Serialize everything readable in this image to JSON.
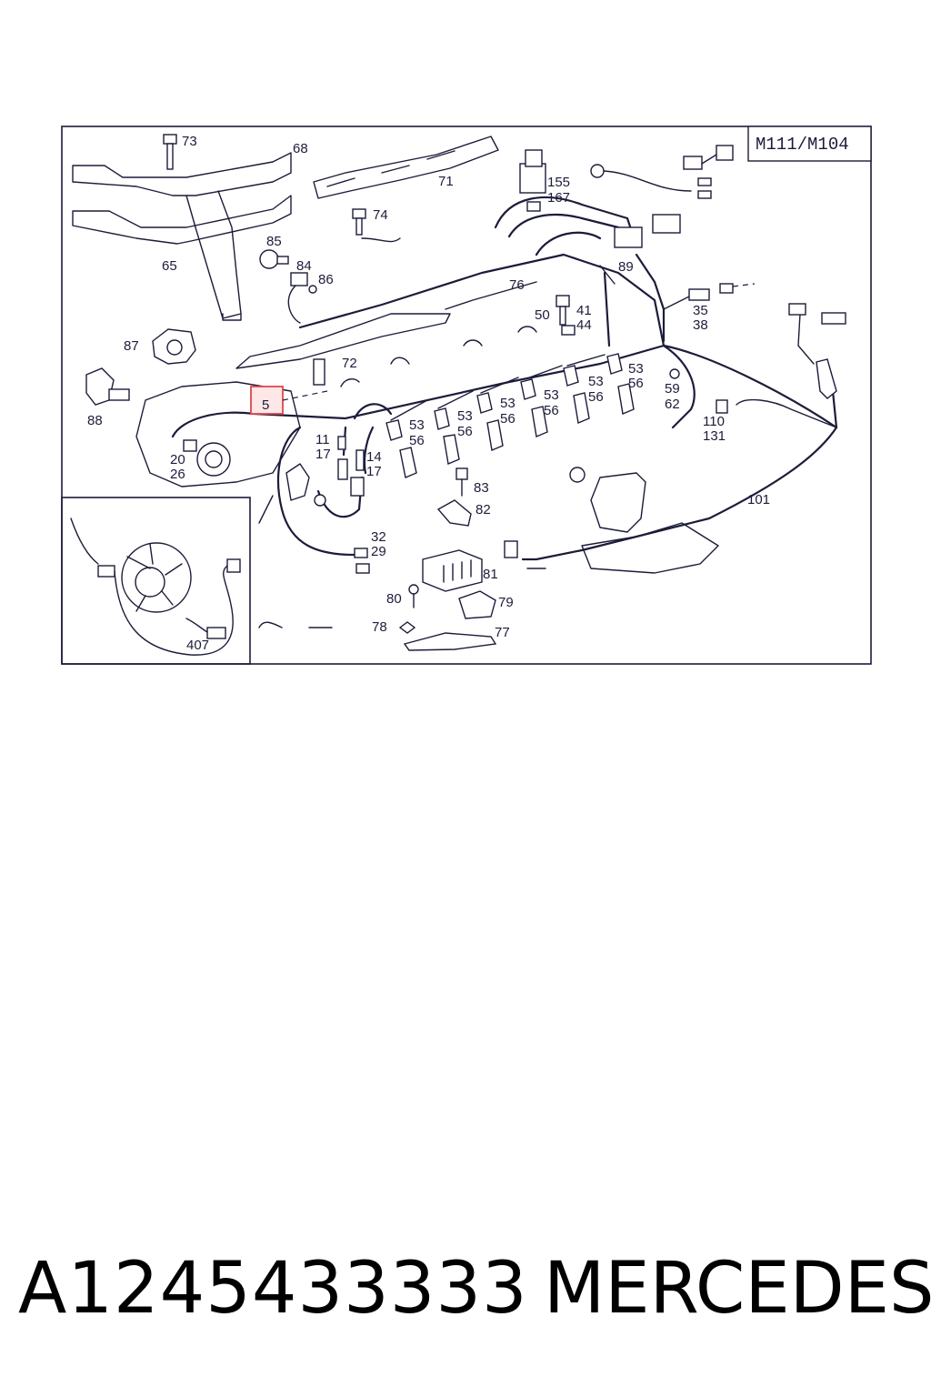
{
  "diagram": {
    "engine_code": "M111/M104",
    "highlighted_callout": "5",
    "callouts": [
      {
        "id": "c73",
        "text": "73"
      },
      {
        "id": "c68",
        "text": "68"
      },
      {
        "id": "c71",
        "text": "71"
      },
      {
        "id": "c74",
        "text": "74"
      },
      {
        "id": "c65",
        "text": "65"
      },
      {
        "id": "c85",
        "text": "85"
      },
      {
        "id": "c84",
        "text": "84"
      },
      {
        "id": "c86",
        "text": "86"
      },
      {
        "id": "c155",
        "text": "155"
      },
      {
        "id": "c167",
        "text": "167"
      },
      {
        "id": "c89",
        "text": "89"
      },
      {
        "id": "c76",
        "text": "76"
      },
      {
        "id": "c41",
        "text": "41"
      },
      {
        "id": "c44",
        "text": "44"
      },
      {
        "id": "c50",
        "text": "50"
      },
      {
        "id": "c35",
        "text": "35"
      },
      {
        "id": "c38",
        "text": "38"
      },
      {
        "id": "c87",
        "text": "87"
      },
      {
        "id": "c72",
        "text": "72"
      },
      {
        "id": "c88",
        "text": "88"
      },
      {
        "id": "c5",
        "text": "5"
      },
      {
        "id": "c53a",
        "text": "53"
      },
      {
        "id": "c56a",
        "text": "56"
      },
      {
        "id": "c53b",
        "text": "53"
      },
      {
        "id": "c56b",
        "text": "56"
      },
      {
        "id": "c53c",
        "text": "53"
      },
      {
        "id": "c56c",
        "text": "56"
      },
      {
        "id": "c53d",
        "text": "53"
      },
      {
        "id": "c56d",
        "text": "56"
      },
      {
        "id": "c53e",
        "text": "53"
      },
      {
        "id": "c56e",
        "text": "56"
      },
      {
        "id": "c53f",
        "text": "53"
      },
      {
        "id": "c56f",
        "text": "56"
      },
      {
        "id": "c59",
        "text": "59"
      },
      {
        "id": "c62",
        "text": "62"
      },
      {
        "id": "c110",
        "text": "110"
      },
      {
        "id": "c131",
        "text": "131"
      },
      {
        "id": "c11",
        "text": "11"
      },
      {
        "id": "c17a",
        "text": "17"
      },
      {
        "id": "c14",
        "text": "14"
      },
      {
        "id": "c17b",
        "text": "17"
      },
      {
        "id": "c20",
        "text": "20"
      },
      {
        "id": "c26",
        "text": "26"
      },
      {
        "id": "c83",
        "text": "83"
      },
      {
        "id": "c82",
        "text": "82"
      },
      {
        "id": "c101",
        "text": "101"
      },
      {
        "id": "c32",
        "text": "32"
      },
      {
        "id": "c29",
        "text": "29"
      },
      {
        "id": "c81",
        "text": "81"
      },
      {
        "id": "c80",
        "text": "80"
      },
      {
        "id": "c79",
        "text": "79"
      },
      {
        "id": "c78",
        "text": "78"
      },
      {
        "id": "c77",
        "text": "77"
      },
      {
        "id": "c407",
        "text": "407"
      }
    ]
  },
  "footer": {
    "part_number": "A1245433333",
    "brand": "MERCEDES"
  },
  "colors": {
    "line": "#1c1c3a",
    "highlight_border": "#e0464a",
    "highlight_fill": "#fde7e7"
  }
}
